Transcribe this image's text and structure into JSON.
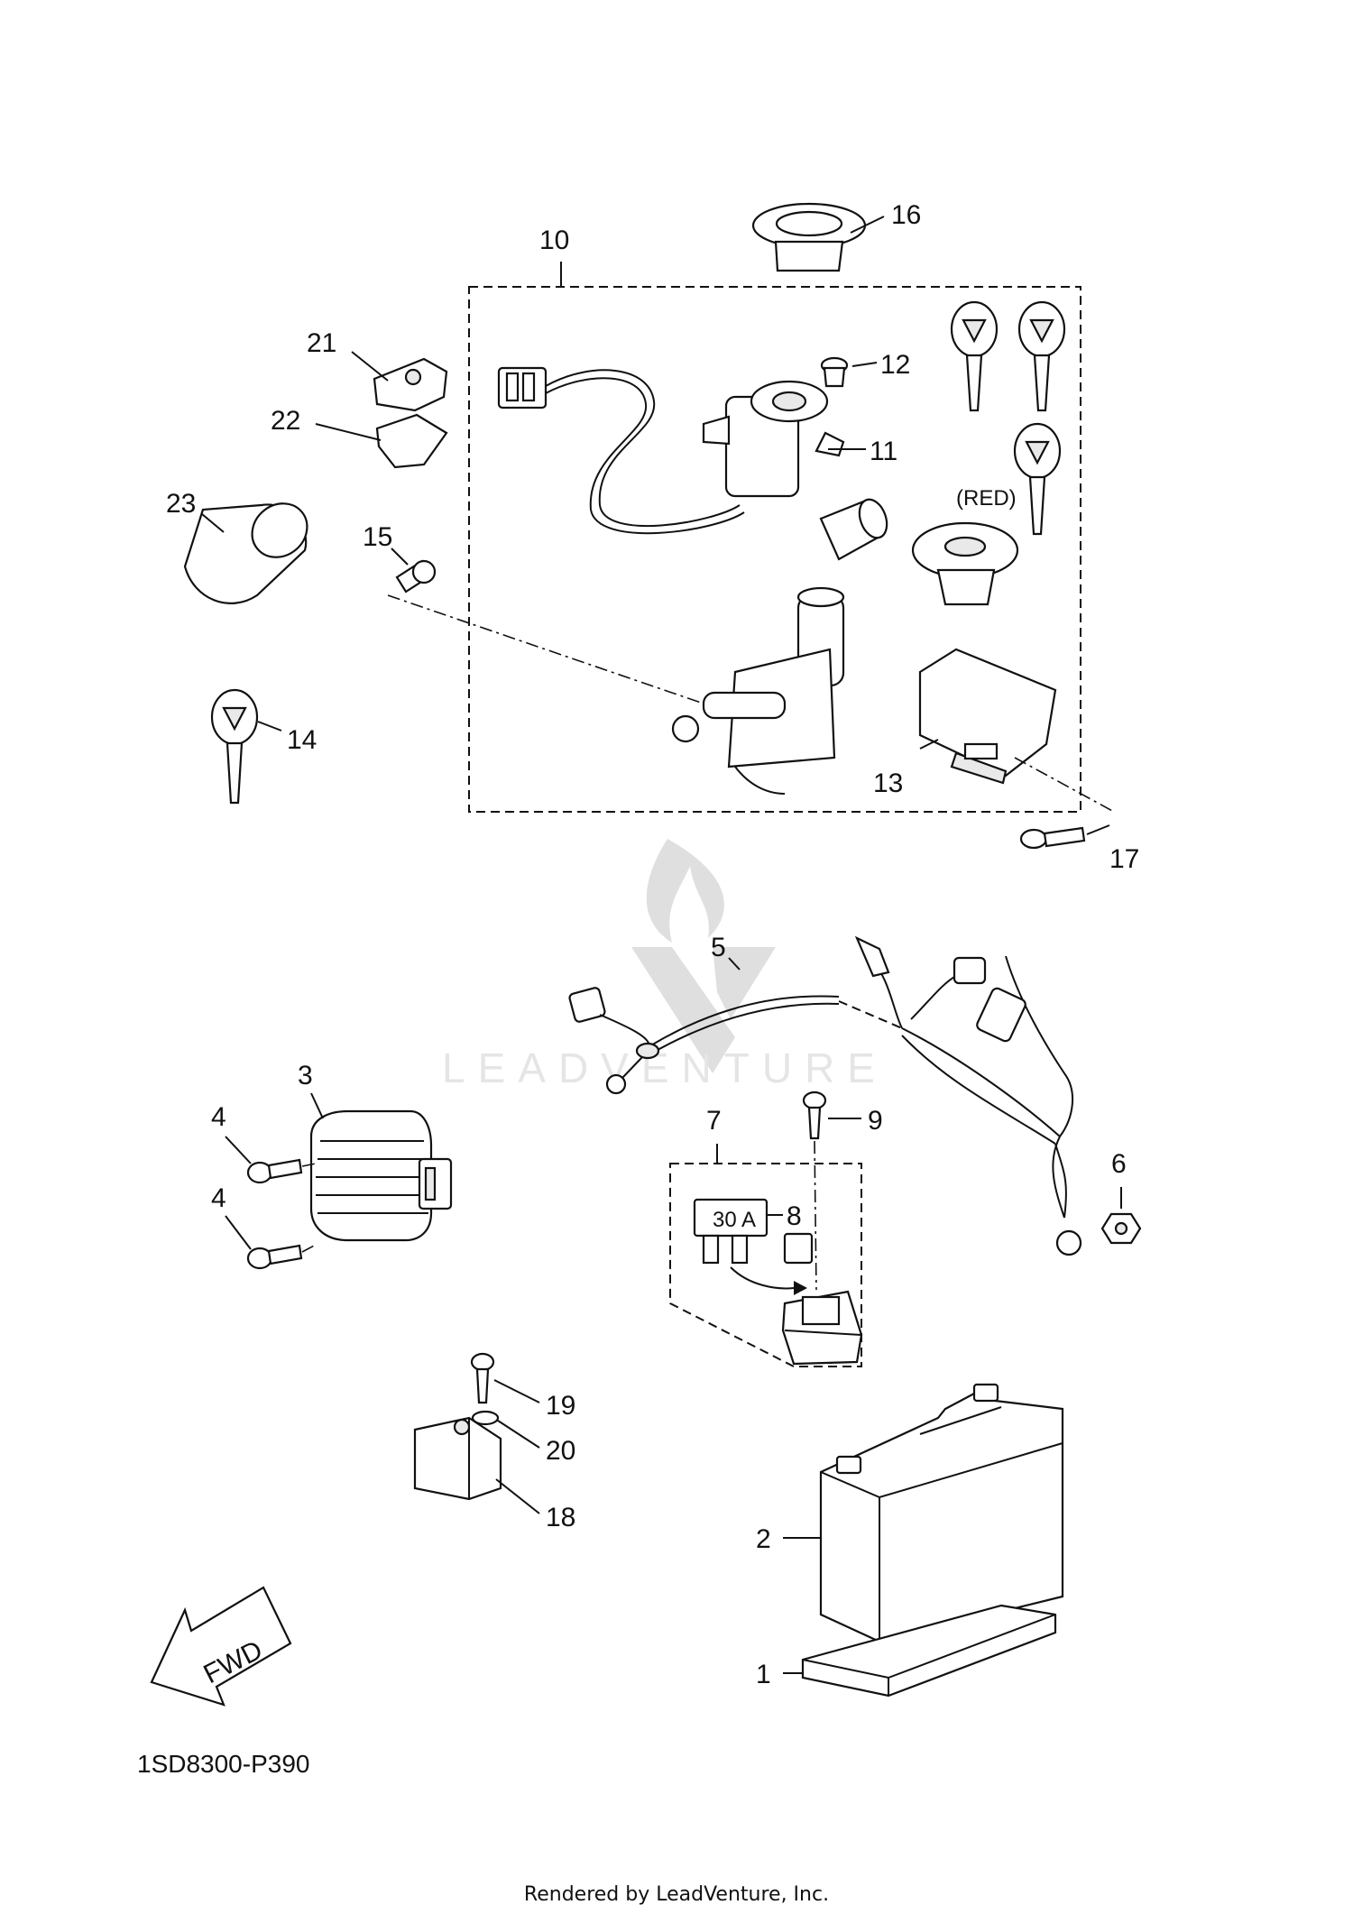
{
  "diagram": {
    "callouts": [
      "1",
      "2",
      "3",
      "4",
      "4",
      "5",
      "6",
      "7",
      "8",
      "9",
      "10",
      "11",
      "12",
      "13",
      "14",
      "15",
      "16",
      "17",
      "18",
      "19",
      "20",
      "21",
      "22",
      "23"
    ],
    "red_label": "(RED)",
    "fuse_label": "30 A",
    "fwd_label": "FWD",
    "watermark": "LEADVENTURE",
    "part_code": "1SD8300-P390"
  },
  "footer": {
    "rendered_by": "Rendered by LeadVenture, Inc."
  }
}
